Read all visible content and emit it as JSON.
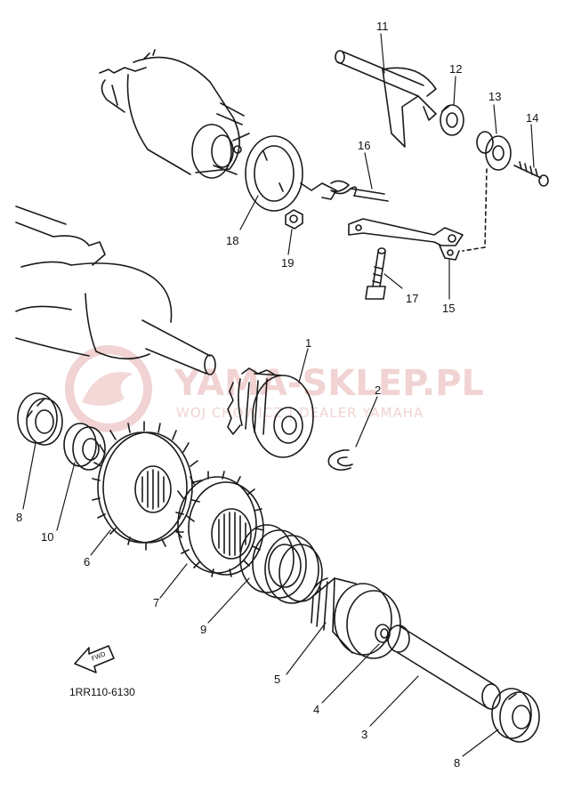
{
  "diagram": {
    "watermark": {
      "title": "YAMA-SKLEP.PL",
      "subtitle": "WOJ CHOWICZ | DEALER YAMAHA"
    },
    "drawing_code": "1RR110-6130",
    "fwd_arrow": "FWD",
    "callouts": [
      "11",
      "12",
      "13",
      "14",
      "16",
      "18",
      "19",
      "17",
      "15",
      "1",
      "2",
      "8",
      "10",
      "6",
      "7",
      "9",
      "5",
      "4",
      "3",
      "8"
    ],
    "colors": {
      "line": "#1a1a1a",
      "watermark": "#f1d3d3",
      "background": "#ffffff"
    }
  }
}
